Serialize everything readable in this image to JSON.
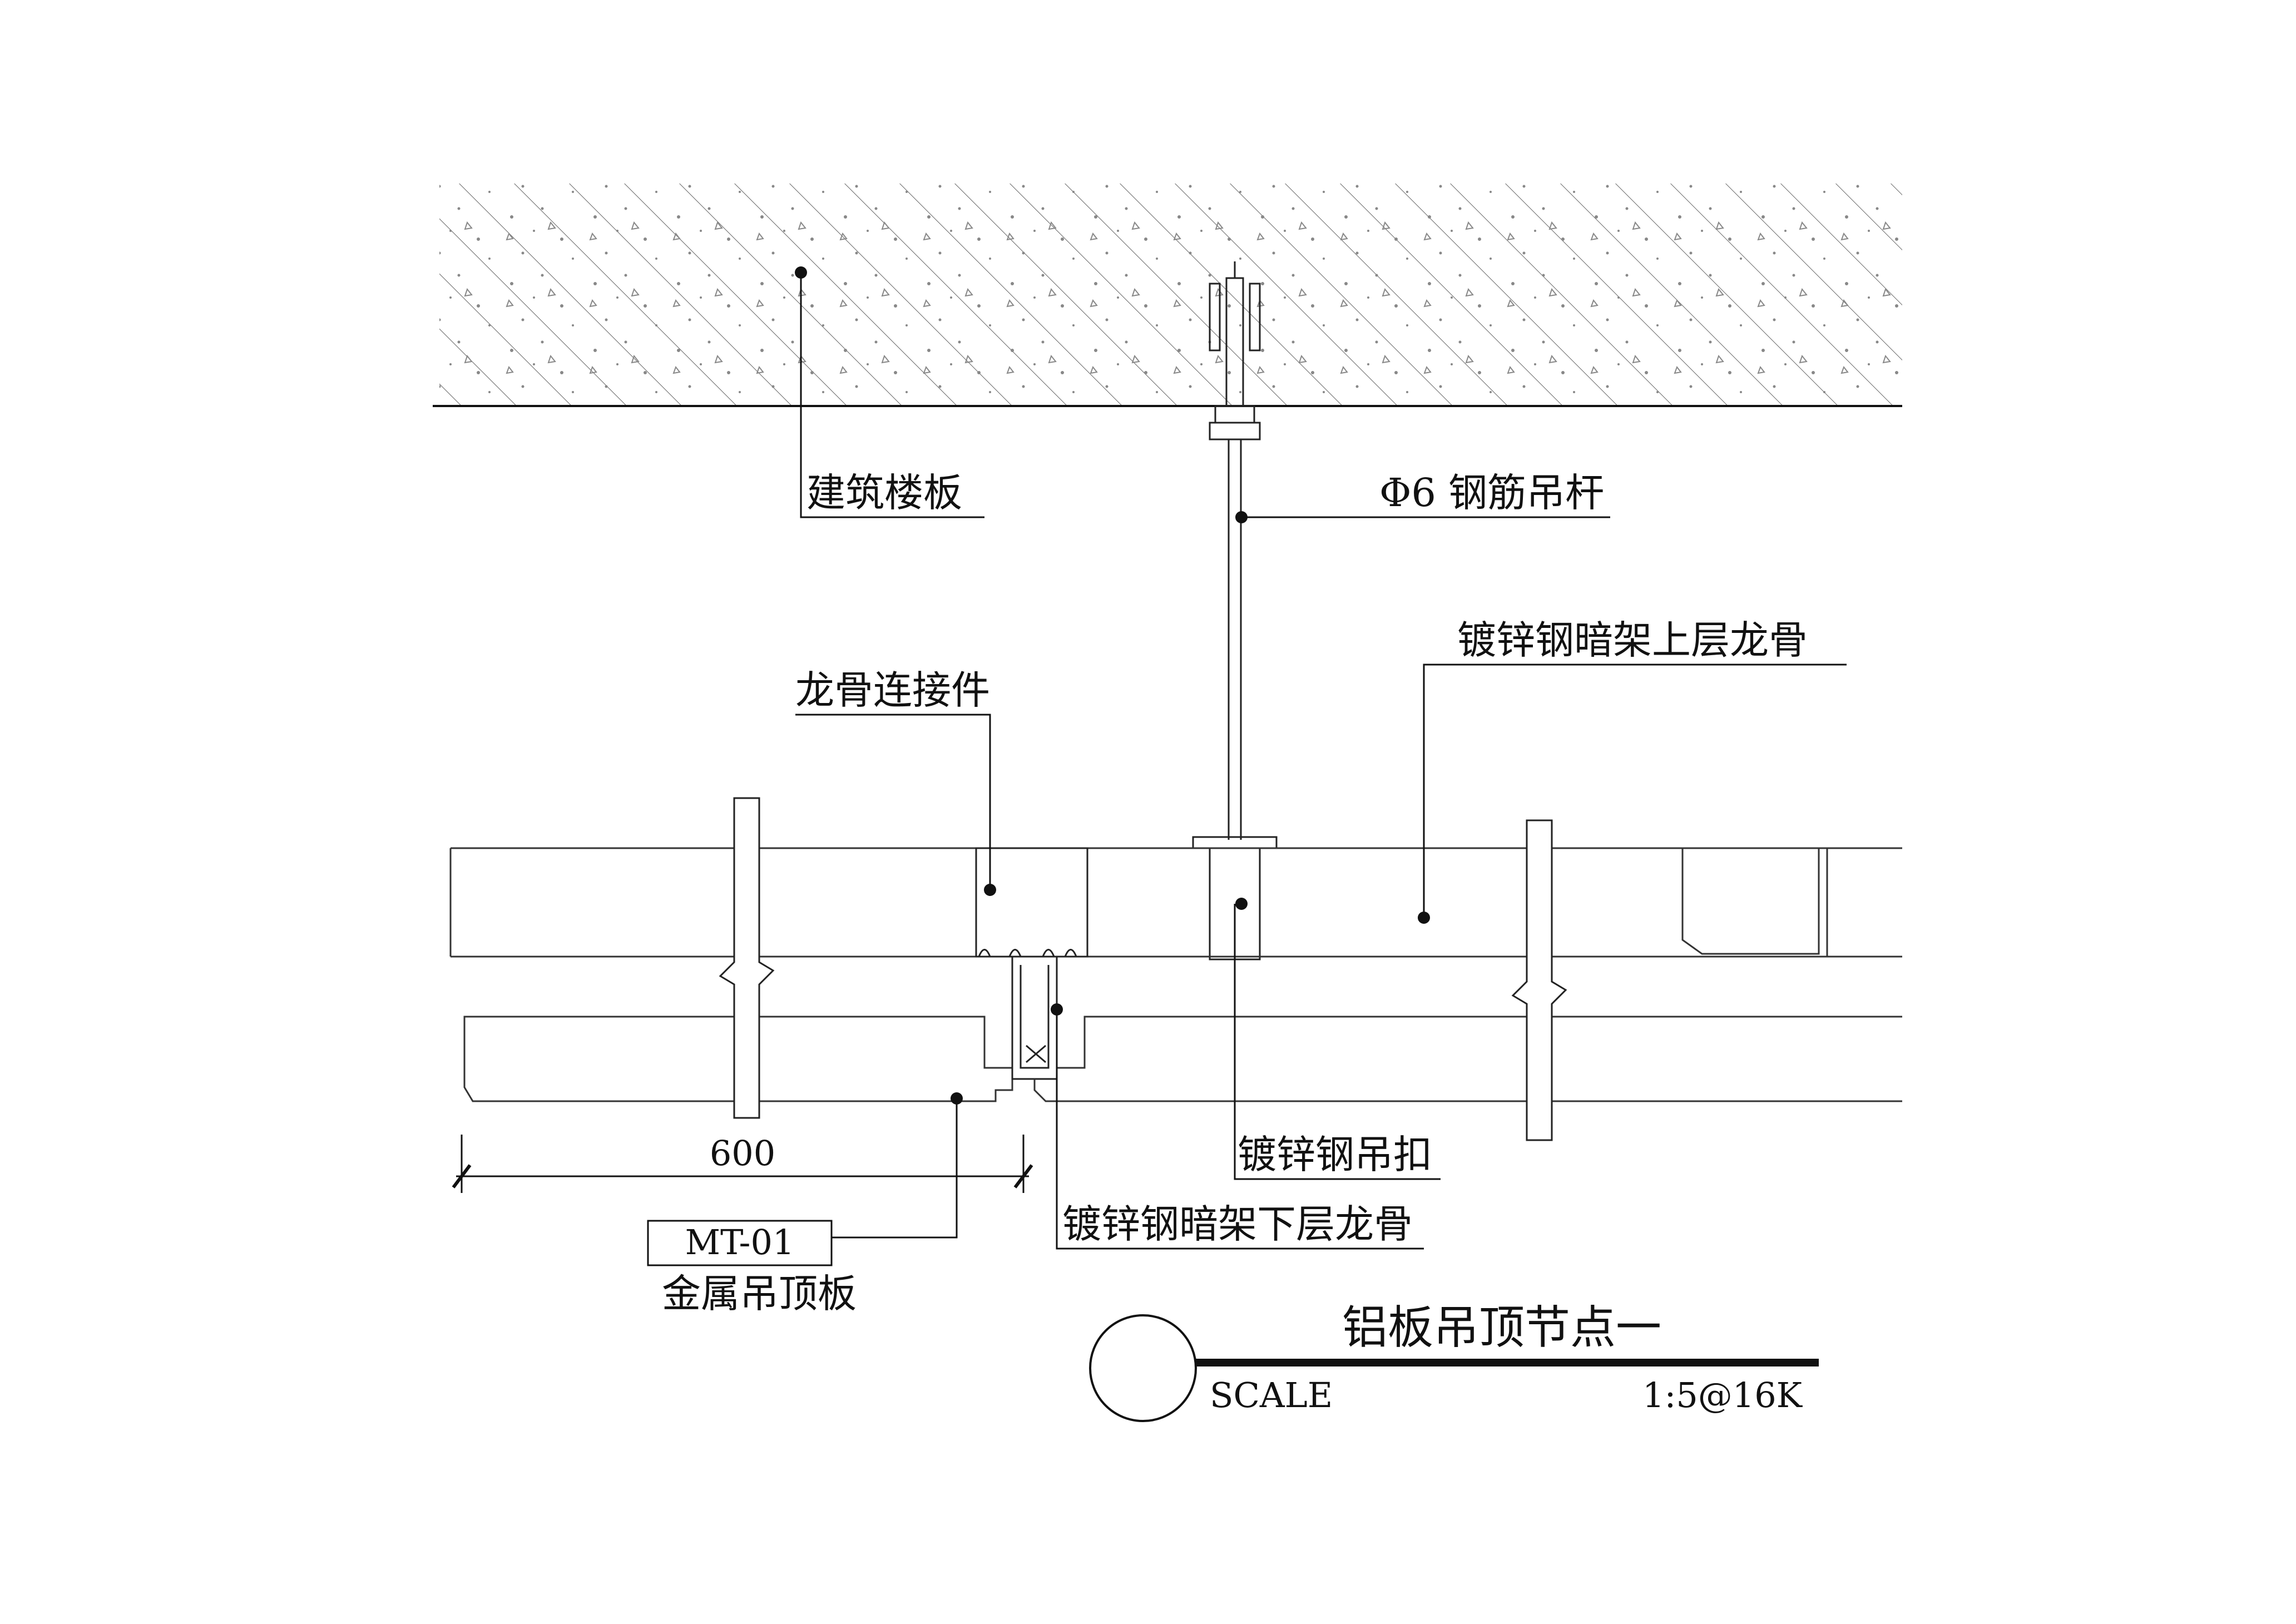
{
  "drawing": {
    "title": "铝板吊顶节点一",
    "scale_label": "SCALE",
    "scale_value": "1:5@16K"
  },
  "labels": {
    "slab": "建筑楼板",
    "hanger_rod": "Φ6 钢筋吊杆",
    "upper_keel": "镀锌钢暗架上层龙骨",
    "keel_connector": "龙骨连接件",
    "hanger_clip": "镀锌钢吊扣",
    "lower_keel": "镀锌钢暗架下层龙骨",
    "panel": "金属吊顶板",
    "material_tag": "MT-01"
  },
  "dimensions": {
    "panel_width": "600"
  }
}
